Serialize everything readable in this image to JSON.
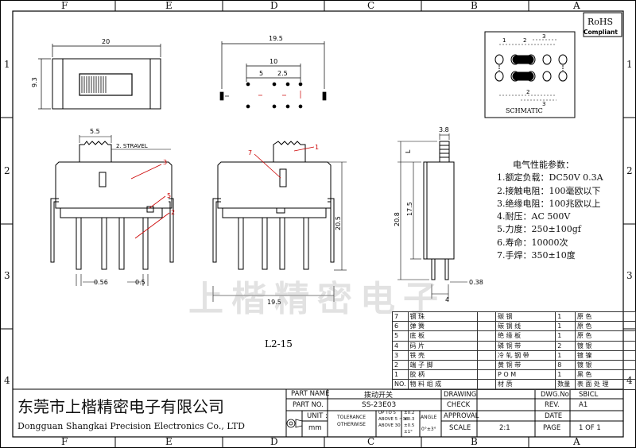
{
  "zones": {
    "top": [
      "F",
      "E",
      "D",
      "C",
      "B",
      "A"
    ],
    "bottom": [
      "F",
      "E",
      "D",
      "C",
      "B",
      "A"
    ],
    "side": [
      "1",
      "2",
      "3",
      "4"
    ]
  },
  "rohs": {
    "line1": "RoHS",
    "line2": "Compliant"
  },
  "schematic": {
    "label": "SCHMATIC",
    "dims": [
      "1",
      "2",
      "3",
      "2",
      "3"
    ]
  },
  "dims": {
    "top_width": "20",
    "top_height": "9.3",
    "pin_span": "19.5",
    "pin_10": "10",
    "pin_5": "5",
    "pin_2_5": "2.5",
    "front_5_5": "5.5",
    "stravel": "2. STRAVEL",
    "pin_056": "0.56",
    "pin_05": "0.5",
    "mid_width": "19.5",
    "mid_height": "20.5",
    "side_3_8": "3.8",
    "side_L": "L",
    "side_20_8": "20.8",
    "side_17_5": "17.5",
    "side_038": "0.38",
    "side_4": "4"
  },
  "callouts": {
    "c3": "3",
    "c5": "5",
    "c2": "2",
    "c7": "7",
    "c1": "1"
  },
  "model_label": "L2-15",
  "specs": {
    "title": "电气性能参数：",
    "items": [
      "1.额定负载：DC50V 0.3A",
      "2.接触电阻：100毫欧以下",
      "3.绝缘电阻：100兆欧以上",
      "4.耐压：AC 500V",
      "5.力度：250±100gf",
      "6.寿命：10000次",
      "7.手焊：350±10度"
    ]
  },
  "bom": [
    [
      "7",
      "钢  珠",
      "",
      "碳  钢",
      "1",
      "原  色"
    ],
    [
      "6",
      "弹  簧",
      "",
      "碳  钢  线",
      "1",
      "原  色"
    ],
    [
      "5",
      "底  板",
      "",
      "绝  缘  板",
      "1",
      "原  色"
    ],
    [
      "4",
      "码  片",
      "",
      "磷  铜  带",
      "2",
      "镀  银"
    ],
    [
      "3",
      "铁  壳",
      "",
      "冷  轧  钢  带",
      "1",
      "镀  镍"
    ],
    [
      "2",
      "端  子  脚",
      "",
      "黄  铜  带",
      "8",
      "镀  银"
    ],
    [
      "1",
      "胶  柄",
      "",
      "P O M",
      "1",
      "黑  色"
    ],
    [
      "NO.",
      "物  料  组  成",
      "",
      "材        质",
      "数量",
      "表  面  处  理"
    ]
  ],
  "title_block": {
    "company_cn": "东莞市上楷精密电子有限公司",
    "company_en": "Dongguan Shangkai Precision Electronics Co., LTD",
    "part_name_label": "PART NAME",
    "part_name": "拨动开关",
    "part_no_label": "PART NO.",
    "part_no": "SS-23E03",
    "unit_label": "UNIT :",
    "unit": "mm",
    "tolerance_label": "TOLERANCE",
    "otherwise_label": "OTHERWISE",
    "tol_rows": [
      [
        "UP TO 5",
        "±0.2"
      ],
      [
        "ABOVE 5 ~30",
        "±0.3"
      ],
      [
        "ABOVE 30",
        "±0.5"
      ]
    ],
    "angle_label": "ANGLE",
    "angle": "±1°",
    "angle_val": "0°±3°",
    "drawing": "DRAWING",
    "check": "CHECK",
    "approval": "APPROVAL",
    "scale_label": "SCALE",
    "scale": "2:1",
    "dwg_no_label": "DWG.No.",
    "dwg_no": "SBICL",
    "rev_label": "REV.",
    "rev": "A1",
    "date_label": "DATE",
    "date": "",
    "page_label": "PAGE",
    "page": "1 OF 1"
  },
  "watermark": "上楷精密电子"
}
